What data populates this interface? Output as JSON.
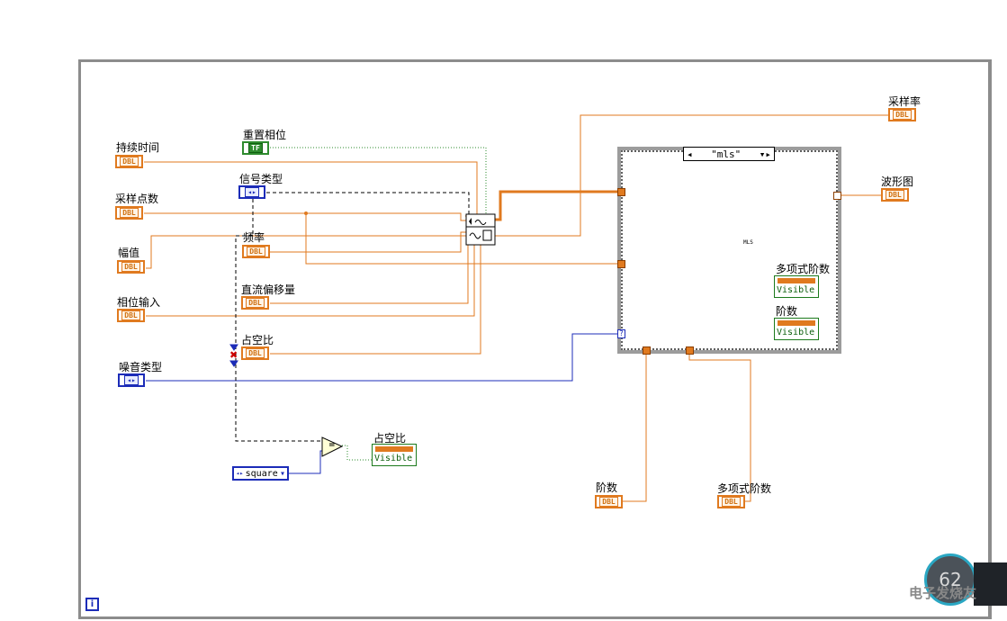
{
  "labels": {
    "duration": "持续时间",
    "sample_count": "采样点数",
    "amplitude": "幅值",
    "phase_in": "相位输入",
    "noise_type": "噪音类型",
    "reset_phase": "重置相位",
    "signal_type": "信号类型",
    "frequency": "频率",
    "dc_offset": "直流偏移量",
    "duty_cycle": "占空比",
    "duty_cycle_prop": "占空比",
    "sample_rate": "采样率",
    "waveform": "波形图",
    "poly_order": "多项式阶数",
    "order": "阶数",
    "order_out": "阶数",
    "poly_order_out": "多项式阶数"
  },
  "terminals": {
    "dbl": "DBL",
    "tf": "TF",
    "enum": "◂▸"
  },
  "case_structure": {
    "selector": "\"mls\"",
    "left_arrow": "◂",
    "right_arrow": "▾▸",
    "help_marker": "?"
  },
  "property_nodes": {
    "visible": "Visible"
  },
  "ring": {
    "value": "square",
    "left": "◂▸",
    "arrow": "▾"
  },
  "compare": "=",
  "vi_icon_label": "MLS",
  "info_icon": "i",
  "overlay": {
    "number": "62",
    "watermark": "电子发烧友"
  },
  "colors": {
    "dbl_wire": "#e07a1f",
    "enum_wire": "#1c2cb8",
    "bool_wire": "#2e8b2e"
  }
}
